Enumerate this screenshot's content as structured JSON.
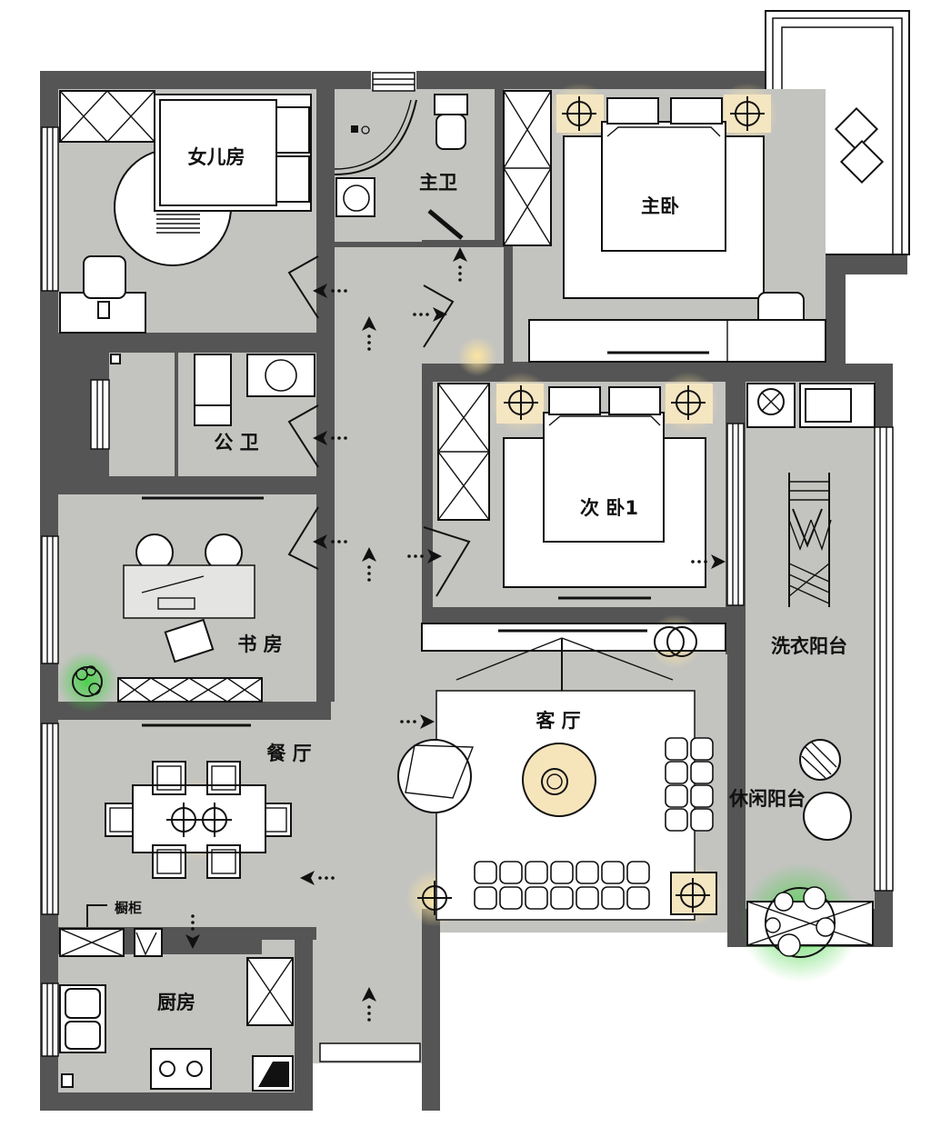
{
  "rooms": {
    "daughter_room": "女儿房",
    "master_bath": "主卫",
    "master_bedroom": "主卧",
    "public_bath": "公 卫",
    "second_bedroom": "次 卧1",
    "study": "书 房",
    "laundry_balcony": "洗衣阳台",
    "living_room": "客 厅",
    "dining_room": "餐 厅",
    "leisure_balcony": "休闲阳台",
    "kitchen": "厨房"
  },
  "annotations": {
    "cabinet": "橱柜"
  },
  "colors": {
    "wall": "#555555",
    "floor": "#c3c3c0",
    "lamp_glow": "#f5e6c2",
    "plant_glow": "#4cd34c"
  },
  "icons": [
    "door-arc-icon",
    "flow-arrow-icon",
    "ceiling-lamp-icon",
    "plant-icon",
    "bed-icon",
    "sofa-icon",
    "dining-table-icon",
    "sink-icon",
    "toilet-icon",
    "wardrobe-icon",
    "stove-icon",
    "washing-machine-icon"
  ]
}
